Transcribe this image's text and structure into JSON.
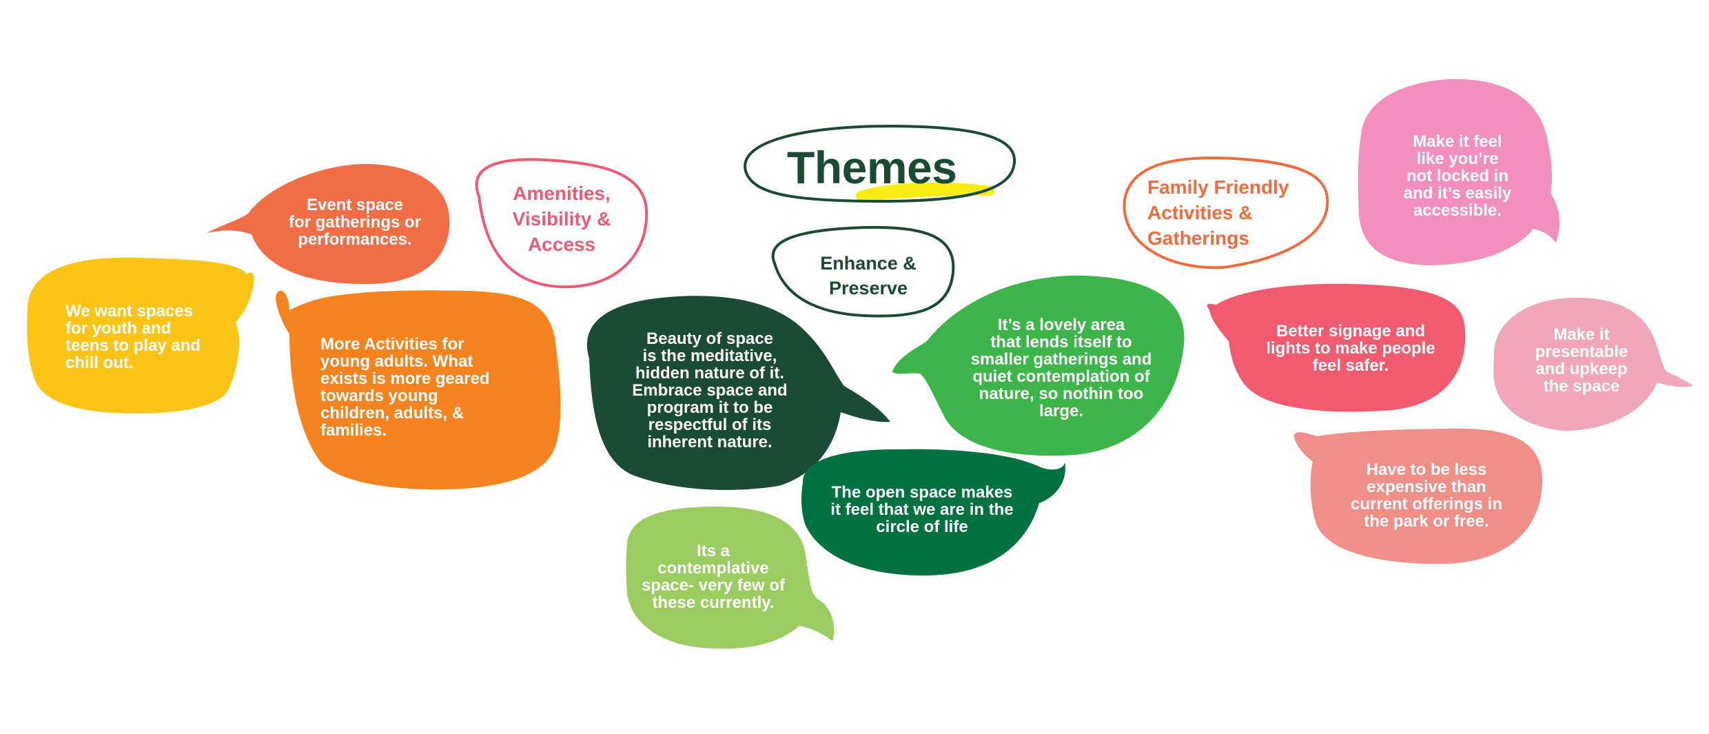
{
  "title": {
    "text": "Themes"
  },
  "colors": {
    "dark_green": "#1a4a33",
    "highlight_yellow": "#f7ec14",
    "coral": "#f26e47",
    "orange": "#f58420",
    "yellow": "#fcc416",
    "pink_outline": "#ec5a74",
    "forest": "#1b4a35",
    "green": "#3eb54a",
    "lime": "#9acc5f",
    "deep_green": "#00713f",
    "outline_orange": "#ee6c3e",
    "pink": "#f38fbc",
    "red_pink": "#f05b70",
    "light_pink": "#f0a7ba",
    "salmon": "#ef8f87"
  },
  "categories": [
    {
      "id": "amenities",
      "label": "Amenities,\nVisibility &\nAccess",
      "color": "#ec5a74"
    },
    {
      "id": "enhance",
      "label": "Enhance &\nPreserve",
      "color": "#1a4a33"
    },
    {
      "id": "family",
      "label": "Family Friendly\nActivities &\nGatherings",
      "color": "#ee6c3e"
    }
  ],
  "bubbles": [
    {
      "id": "event-space",
      "text": "Event space\nfor gatherings or\nperformances.",
      "color": "#f26e47"
    },
    {
      "id": "youth",
      "text": "We want spaces\nfor youth and\nteens to play and\nchill out.",
      "color": "#fcc416"
    },
    {
      "id": "young-adults",
      "text": "More Activities for\nyoung adults. What\nexists is more geared\ntowards young\nchildren, adults, &\nfamilies.",
      "color": "#f58420"
    },
    {
      "id": "beauty",
      "text": "Beauty of space\nis the meditative,\nhidden nature of it.\nEmbrace space and\nprogram it to be\nrespectful of its\ninherent nature.",
      "color": "#1b4a35"
    },
    {
      "id": "lovely-area",
      "text": "It’s a lovely area\nthat lends itself to\nsmaller gatherings and\nquiet contemplation of\nnature, so nothin too\nlarge.",
      "color": "#3eb54a"
    },
    {
      "id": "open-space",
      "text": "The open space makes\nit feel that we are in the\ncircle of life",
      "color": "#00713f"
    },
    {
      "id": "contemplative",
      "text": "Its a\ncontemplative\nspace- very few of\nthese currently.",
      "color": "#9acc5f"
    },
    {
      "id": "not-locked",
      "text": "Make it feel\nlike you’re\nnot locked in\nand it’s easily\naccessible.",
      "color": "#f38fbc"
    },
    {
      "id": "signage",
      "text": "Better signage and\nlights to make people\nfeel safer.",
      "color": "#f05b70"
    },
    {
      "id": "presentable",
      "text": "Make it\npresentable\nand upkeep\nthe space",
      "color": "#f0a7ba"
    },
    {
      "id": "less-expensive",
      "text": "Have to be less\nexpensive than\ncurrent offerings in\nthe park or free.",
      "color": "#ef8f87"
    }
  ]
}
